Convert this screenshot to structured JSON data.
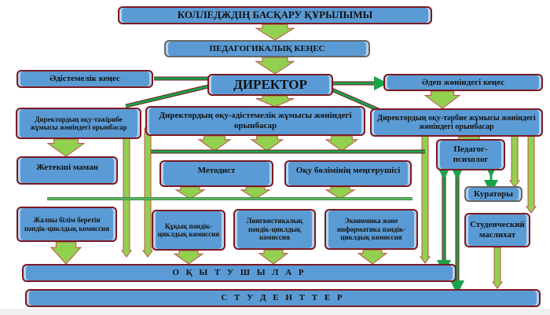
{
  "diagram": {
    "title": "КОЛЛЕДЖДІҢ БАСҚАРУ ҚҰРЫЛЫМЫ",
    "nodes": {
      "pedagogical_council": "ПЕДАГОГИКАЛЫҚ КЕҢЕС",
      "director": "ДИРЕКТОР",
      "methodical_council": "Әдістемелік кеңес",
      "ethics_council": "Әдеп жөніндегі кеңес",
      "deputy_practice": "Директордың оқу-тәжірибе жұмысы жөніндегі орынбасар",
      "deputy_methodical": "Директордың оқу-әдістемелік жұмысы жөніндегі орынбасар",
      "deputy_education": "Директордың оқу-тәрбие жұмысы жөніндегі жөніндегі орынбасар",
      "lead_specialist": "Жетекші маман",
      "methodist": "Методист",
      "head_of_studies": "Оқу бөлімінің меңгерушісі",
      "psychologist": "Педагог-психолог",
      "curators": "Кураторы",
      "student_maslikhat": "Студенческий маслихат",
      "general_commission": "Жалпы білім беретін пәндік-циклдық комиссия",
      "law_commission": "Құқық пәндік-циклдық комиссия",
      "linguistic_commission": "Лингвистикалық пәндік-циклдық комиссия",
      "economics_commission": "Экономика және информатика пәндік-циклдық комиссия",
      "teachers": "О Қ Ы Т У Ш Ы Л А Р",
      "students": "С Т У Д Е Н Т Т Е Р"
    },
    "colors": {
      "box_fill": "#5b9bd5",
      "box_border": "#7b1a22",
      "arrow_fill": "#92d050",
      "arrow_stroke": "#c0504d",
      "connector": "#1aa34a"
    }
  }
}
